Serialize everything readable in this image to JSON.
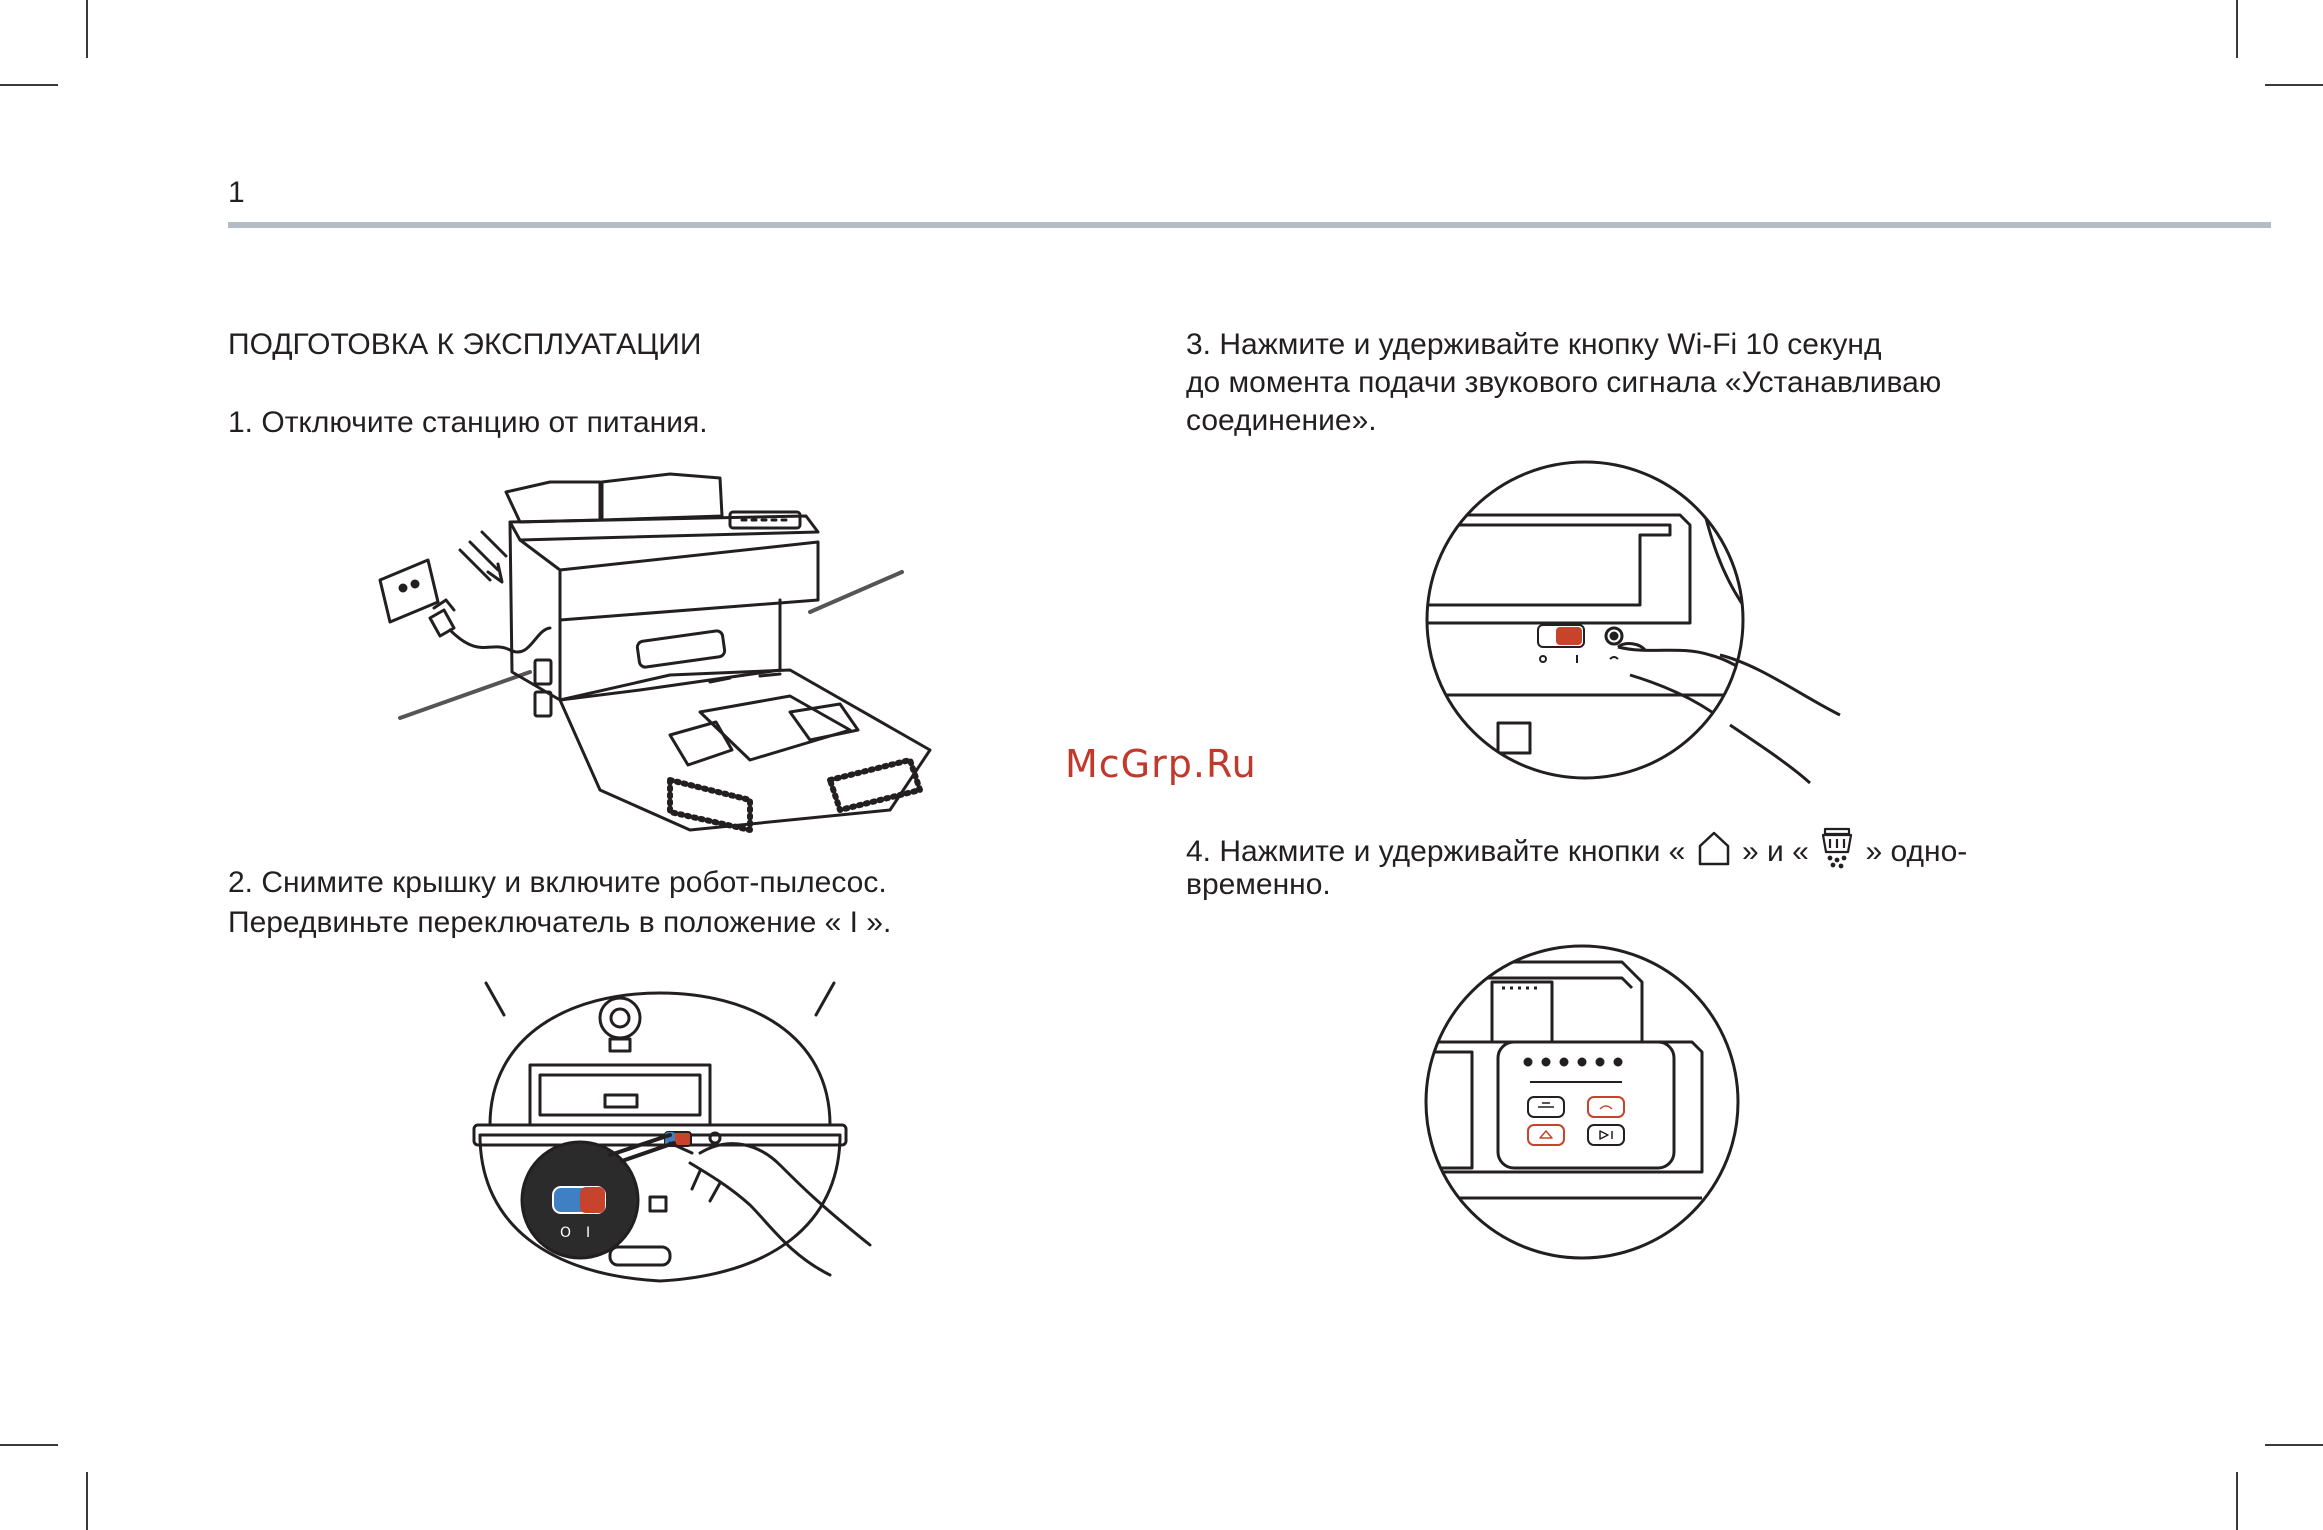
{
  "page": {
    "number": "1"
  },
  "watermark": "McGrp.Ru",
  "section": {
    "title": "ПОДГОТОВКА К ЭКСПЛУАТАЦИИ"
  },
  "steps": {
    "step1": "1. Отключите станцию от питания.",
    "step2_line1": "2. Снимите крышку и включите робот-пылесос.",
    "step2_line2": "Передвиньте переключатель в положение « I ».",
    "step3_line1": "3. Нажмите и удерживайте кнопку Wi-Fi 10 секунд",
    "step3_line2": "до момента подачи звукового сигнала «Устанавливаю",
    "step3_line3": "соединение».",
    "step4_part1": "4. Нажмите и удерживайте кнопки « ",
    "step4_part2": " » и « ",
    "step4_part3": " » одно-",
    "step4_line2": "временно."
  },
  "switch_labels": {
    "off": "O",
    "on": "I"
  },
  "icons": {
    "home": "home-icon",
    "dust": "dust-empty-icon",
    "wifi": "wifi-icon"
  },
  "colors": {
    "switch_red": "#c8432b",
    "switch_blue": "#3f7fc4",
    "text": "#231f20",
    "rule": "#b5bcc3",
    "watermark": "#c0392b"
  }
}
